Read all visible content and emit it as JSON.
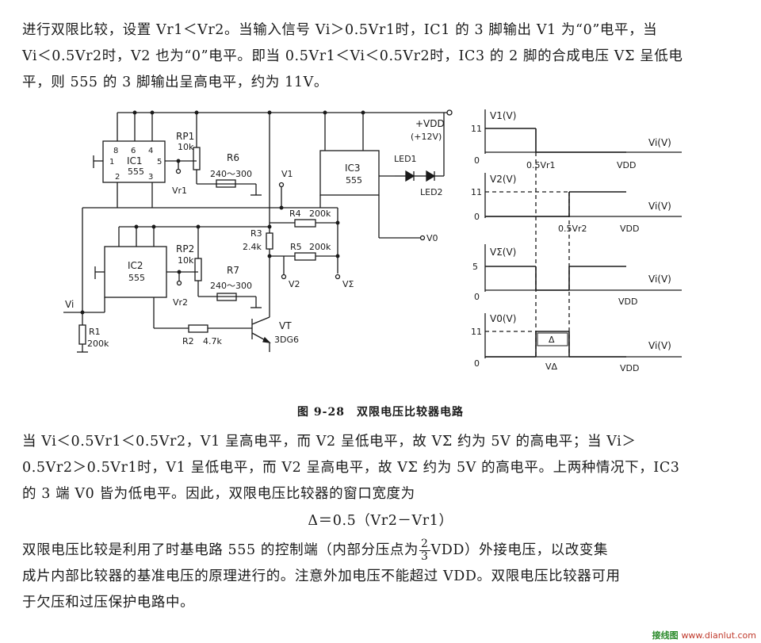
{
  "text": {
    "p1": [
      "进行双限比较，设置 Vr1＜Vr2。当输入信号 Vi＞0.5Vr1时，IC1 的 3 脚输出 V1 为“0”电平，当",
      "Vi＜0.5Vr2时，V2 也为“0”电平。即当 0.5Vr1＜Vi＜0.5Vr2时，IC3 的 2 脚的合成电压 VΣ 呈低电",
      "平，则 555 的 3 脚输出呈高电平，约为 11V。"
    ],
    "caption": "图 9-28　双限电压比较器电路",
    "p2": [
      "当 Vi＜0.5Vr1＜0.5Vr2，V1 呈高电平，而 V2 呈低电平，故 VΣ 约为 5V 的高电平；当 Vi＞",
      "0.5Vr2＞0.5Vr1时，V1 呈低电平，而 V2 呈高电平，故 VΣ 约为 5V 的高电平。上两种情况下，IC3",
      "的 3 端 V0 皆为低电平。因此，双限电压比较器的窗口宽度为"
    ],
    "formula": "Δ＝0.5（Vr2－Vr1）",
    "p3_line1_before": "双限电压比较是利用了时基电路 555 的控制端（内部分压点为",
    "p3_frac_num": "2",
    "p3_frac_den": "3",
    "p3_line1_after": "VDD）外接电压，以改变集",
    "p3_lines": [
      "成片内部比较器的基准电压的原理进行的。注意外加电压不能超过 VDD。双限电压比较器可用",
      "于欠压和过压保护电路中。"
    ]
  },
  "circuit": {
    "ic1": {
      "name": "IC1",
      "type": "555",
      "pins": [
        "8",
        "6",
        "4",
        "1",
        "5",
        "2",
        "3"
      ]
    },
    "ic2": {
      "name": "IC2",
      "type": "555"
    },
    "ic3": {
      "name": "IC3",
      "type": "555"
    },
    "rp1": {
      "name": "RP1",
      "value": "10k"
    },
    "rp2": {
      "name": "RP2",
      "value": "10k"
    },
    "r6": {
      "name": "R6",
      "value": "240～300"
    },
    "r7": {
      "name": "R7",
      "value": "240～300"
    },
    "r4": {
      "name": "R4",
      "value": "200k"
    },
    "r5": {
      "name": "R5",
      "value": "200k"
    },
    "r3": {
      "name": "R3",
      "value": "2.4k"
    },
    "r1": {
      "name": "R1",
      "value": "200k"
    },
    "r2": {
      "name": "R2",
      "value": "4.7k"
    },
    "vt": {
      "name": "VT",
      "value": "3DG6"
    },
    "led1": "LED1",
    "led2": "LED2",
    "vdd": "+VDD",
    "vdd_value": "(+12V)",
    "vr1": "Vr1",
    "vr2": "Vr2",
    "v1": "V1",
    "v2": "V2",
    "vsigma": "VΣ",
    "v0": "V0",
    "vi": "Vi"
  },
  "waveforms": [
    {
      "ylabel": "V1(V)",
      "xlabel": "Vi(V)",
      "level": "11",
      "mark": "0.5Vr1",
      "end": "VDD",
      "origin": "0"
    },
    {
      "ylabel": "V2(V)",
      "xlabel": "Vi(V)",
      "level": "11",
      "mark": "0.5Vr2",
      "end": "VDD",
      "origin": "0"
    },
    {
      "ylabel": "VΣ(V)",
      "xlabel": "Vi(V)",
      "level": "5",
      "end": "VDD",
      "origin": "0"
    },
    {
      "ylabel": "V0(V)",
      "xlabel": "Vi(V)",
      "level": "11",
      "mark": "VΔ",
      "window": "Δ",
      "end": "VDD",
      "origin": "0"
    }
  ],
  "watermark": {
    "main": "接线图",
    "sub": "www.dianlut.com"
  }
}
